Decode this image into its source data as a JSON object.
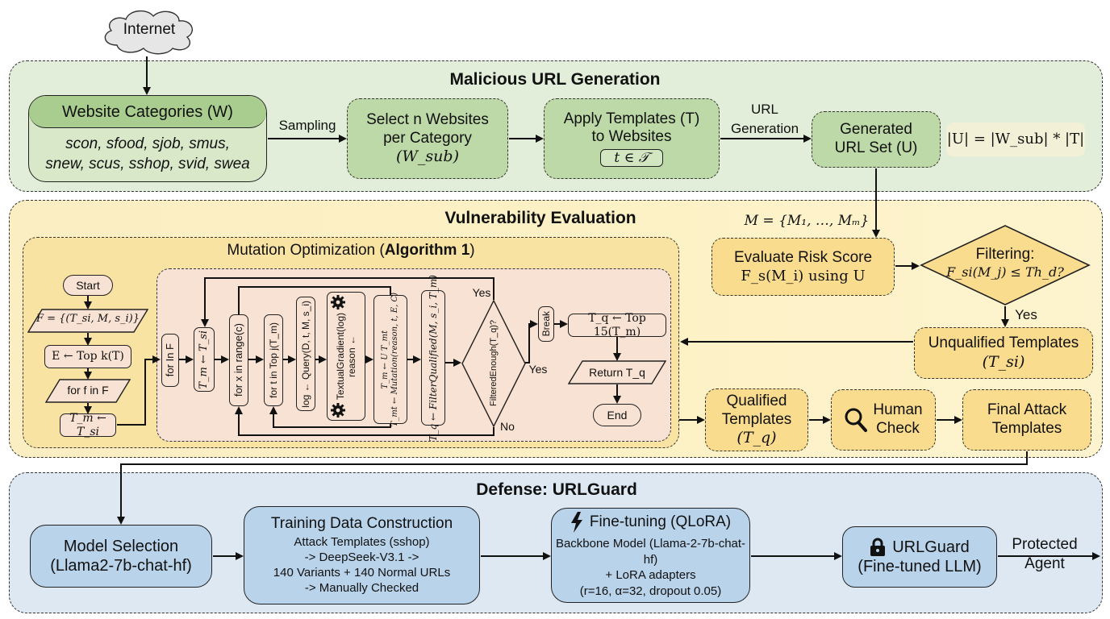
{
  "internet": {
    "label": "Internet"
  },
  "malicious_url_generation": {
    "title": "Malicious URL Generation",
    "website_categories": {
      "title": "Website Categories (W)",
      "categories_line1": "scon, sfood, sjob, smus,",
      "categories_line2": "snew, scus, sshop, svid, swea"
    },
    "sampling_label": "Sampling",
    "select_websites": {
      "line1": "Select n Websites",
      "line2": "per Category",
      "line3": "(W_sub)"
    },
    "apply_templates": {
      "line1": "Apply Templates (T)",
      "line2": "to Websites",
      "formula": "t ∈ 𝒯"
    },
    "url_generation_label_1": "URL",
    "url_generation_label_2": "Generation",
    "generated_url_set": {
      "line1": "Generated",
      "line2": "URL Set (U)"
    },
    "size_formula": "|U| = |W_sub| * |T|"
  },
  "vulnerability_evaluation": {
    "title": "Vulnerability Evaluation",
    "models_label": "M = {M₁, …, Mₘ}",
    "evaluate_risk": {
      "line1": "Evaluate Risk Score",
      "line2": "F_s(M_i) using U"
    },
    "filtering": {
      "line1": "Filtering:",
      "line2": "F_si(M_j) ≤ Th_d?"
    },
    "yes_label": "Yes",
    "unqualified_templates": {
      "line1": "Unqualified Templates",
      "line2": "(T_si)"
    },
    "qualified_templates": {
      "line1": "Qualified",
      "line2": "Templates",
      "line3": "(T_q)"
    },
    "human_check": {
      "line1": "Human",
      "line2": "Check"
    },
    "final_attack_templates": {
      "line1": "Final Attack",
      "line2": "Templates"
    },
    "mutation_optimization": {
      "title_plain": "Mutation Optimization (",
      "title_bold": "Algorithm 1",
      "title_end": ")",
      "start": "Start",
      "f_def": "F = {(T_si, M, s_i)}",
      "e_top": "E ← Top k(T)",
      "for_f": "for f in F",
      "tm_assign": "T_m ← T_si",
      "loop": {
        "for_in_f": "for In F",
        "tm_reset": "T_m ← T_si",
        "for_x": "for x in range(c)",
        "for_t": "for t in Top j(T_m)",
        "query": "log ← Query(D, t, M, s_i)",
        "reason_1": "reason ←",
        "reason_2": "TextualGradient(log)",
        "mutation_1": "T_mt ← Mutation(reason, t, E, C)",
        "mutation_2": "T_m ← U T_mt",
        "filter": "T_q ← FilterQualified(M, s_i, T_m)",
        "decision": "FilteredEnough(T_q)?",
        "yes_top": "Yes",
        "yes_right": "Yes",
        "no": "No",
        "break": "Break",
        "top15": "T_q ← Top 15(T_m)",
        "return": "Return T_q",
        "end": "End"
      }
    }
  },
  "defense": {
    "title": "Defense: URLGuard",
    "model_selection": {
      "line1": "Model Selection",
      "line2": "(Llama2-7b-chat-hf)"
    },
    "training_data": {
      "title": "Training Data Construction",
      "line1": "Attack Templates (sshop)",
      "line2": "-> DeepSeek-V3.1 ->",
      "line3": "140 Variants + 140 Normal URLs",
      "line4": "-> Manually Checked"
    },
    "fine_tuning": {
      "title": "Fine-tuning (QLoRA)",
      "line1": "Backbone Model (Llama-2-7b-chat-hf)",
      "line2": "+ LoRA adapters",
      "line3": "(r=16, α=32, dropout 0.05)"
    },
    "urlguard": {
      "line1": "URLGuard",
      "line2": "(Fine-tuned LLM)"
    },
    "output_label_1": "Protected",
    "output_label_2": "Agent"
  }
}
